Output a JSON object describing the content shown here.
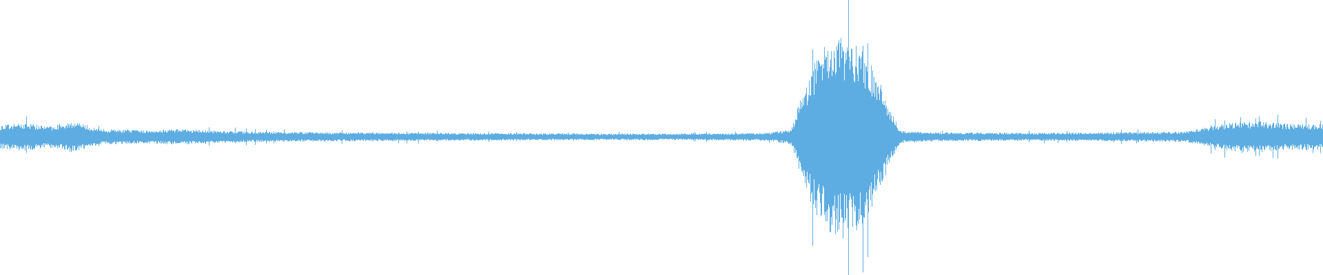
{
  "waveform": {
    "color": "#5dade2",
    "background": "#ffffff",
    "style": "mirrored-amplitude",
    "envelope": [
      {
        "t": 0.0,
        "amp": 0.09
      },
      {
        "t": 0.02,
        "amp": 0.11
      },
      {
        "t": 0.035,
        "amp": 0.08
      },
      {
        "t": 0.055,
        "amp": 0.12
      },
      {
        "t": 0.075,
        "amp": 0.06
      },
      {
        "t": 0.11,
        "amp": 0.05
      },
      {
        "t": 0.13,
        "amp": 0.06
      },
      {
        "t": 0.19,
        "amp": 0.04
      },
      {
        "t": 0.26,
        "amp": 0.035
      },
      {
        "t": 0.35,
        "amp": 0.03
      },
      {
        "t": 0.45,
        "amp": 0.025
      },
      {
        "t": 0.52,
        "amp": 0.025
      },
      {
        "t": 0.58,
        "amp": 0.03
      },
      {
        "t": 0.598,
        "amp": 0.06
      },
      {
        "t": 0.605,
        "amp": 0.3
      },
      {
        "t": 0.615,
        "amp": 0.57
      },
      {
        "t": 0.625,
        "amp": 0.72
      },
      {
        "t": 0.637,
        "amp": 0.78
      },
      {
        "t": 0.65,
        "amp": 0.7
      },
      {
        "t": 0.662,
        "amp": 0.5
      },
      {
        "t": 0.672,
        "amp": 0.22
      },
      {
        "t": 0.68,
        "amp": 0.05
      },
      {
        "t": 0.7,
        "amp": 0.035
      },
      {
        "t": 0.78,
        "amp": 0.03
      },
      {
        "t": 0.85,
        "amp": 0.035
      },
      {
        "t": 0.895,
        "amp": 0.04
      },
      {
        "t": 0.91,
        "amp": 0.07
      },
      {
        "t": 0.93,
        "amp": 0.11
      },
      {
        "t": 0.95,
        "amp": 0.12
      },
      {
        "t": 0.975,
        "amp": 0.1
      },
      {
        "t": 1.0,
        "amp": 0.1
      }
    ]
  }
}
